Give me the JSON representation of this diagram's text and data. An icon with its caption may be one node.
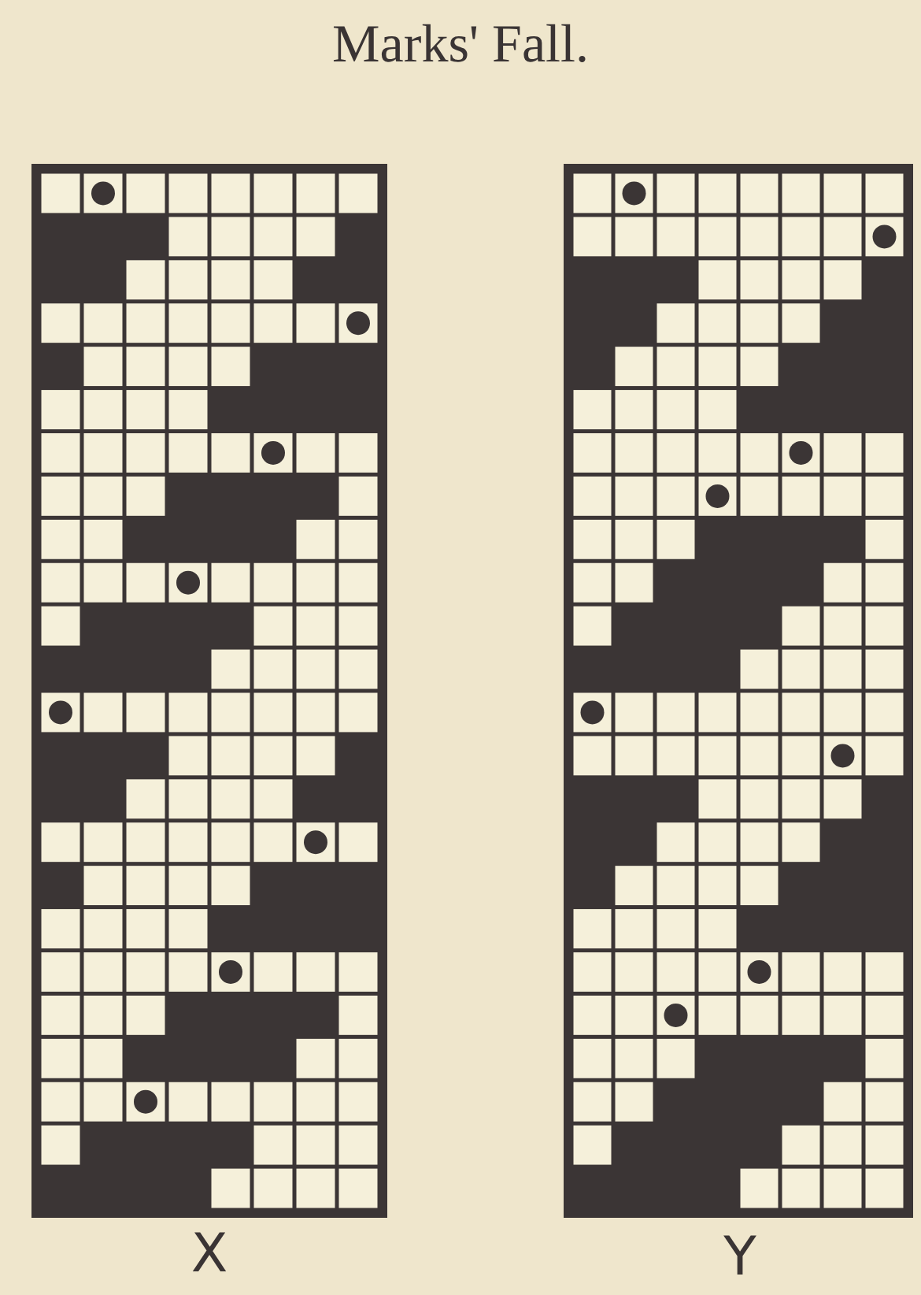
{
  "diagram": {
    "title": "Marks' Fall.",
    "labels": [
      "X",
      "Y"
    ]
  }
}
